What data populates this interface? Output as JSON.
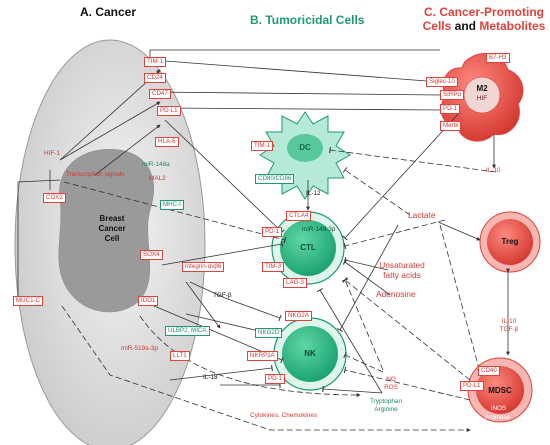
{
  "headers": {
    "cancer": "A. Cancer",
    "tumoricidal": "B. Tumoricidal Cells",
    "promoting_1": "C. Cancer-Promoting",
    "promoting_2a": "Cells",
    "promoting_2b": "and",
    "promoting_2c": "Metabolites"
  },
  "cancer": {
    "cell_1": "Breast",
    "cell_2": "Cancer",
    "cell_3": "Cell",
    "hif1": "HIF-1",
    "transcription": "Transcription signals",
    "cox2": "COX2",
    "muc1c": "MUC1-C",
    "sox4": "SOX4",
    "ido1": "IDO1",
    "mir148a": "miR-148a",
    "mal2": "MAL2",
    "mir519a": "miR-519a-3p",
    "tgfb": "TGF-β",
    "il18": "IL-18",
    "tryptophan": "Tryptophan",
    "arginine": "Arginine",
    "cytokines": "Cytokines, Chemokines"
  },
  "markers": {
    "tim1": "TIM-1",
    "cd24": "CD24",
    "cd47": "CD47",
    "pdl1": "PD-L1",
    "hla6": "HLA-6",
    "mhc1": "MHC-I",
    "integrin": "Integrin-αvβ6",
    "ulbp2": "ULBP2, MICA",
    "llt1": "LLT1"
  },
  "cells": {
    "dc": "DC",
    "dc_tim1": "TIM-1",
    "dc_cd80": "CD80/CD86",
    "ctl": "CTL",
    "ctla4": "CTLA4",
    "ctl_pd1": "PD-1",
    "ctl_mir": "miR-149-3p",
    "ctl_tim3": "TIM-3",
    "lag3": "LAG-3",
    "nk": "NK",
    "nkg2a": "NKG2A",
    "nkg2d": "NKG2D",
    "nkrp1a": "NKRP1A",
    "nk_pd1": "PD-1"
  },
  "promoting": {
    "m2": "M2",
    "m2_hif": "HIF",
    "b7h3": "B7-H3",
    "siglec10": "Siglec-10",
    "sirpa": "SIRPα",
    "m2_pd1": "PD-1",
    "mertk": "Mertk",
    "il10": "IL-10",
    "il12": "IL-12",
    "lactate": "Lactate",
    "ufa_1": "Unsaturated",
    "ufa_2": "fatty acids",
    "adenosine": "Adenosine",
    "treg": "Treg",
    "treg_il10": "IL-10",
    "treg_tgfb": "TGF-β",
    "mdsc": "MDSC",
    "cd40": "CD40",
    "mdsc_pdl1": "PD-L1",
    "inos": "iNOS",
    "arginase": "Arginase",
    "no": "NO",
    "ros": "ROS"
  },
  "colors": {
    "red": "#e0423c",
    "green": "#1f9a70",
    "cancer_fill": "#d9d9d9",
    "ctl_fill": "#2bbf86",
    "ctl_core": "#17a06c",
    "dc_fill": "#b5ead9",
    "cell_red": "#e8473f",
    "gray_line": "#333333"
  },
  "icons": [
    "arrow-head",
    "inhibition-bar",
    "membrane-receptor"
  ]
}
